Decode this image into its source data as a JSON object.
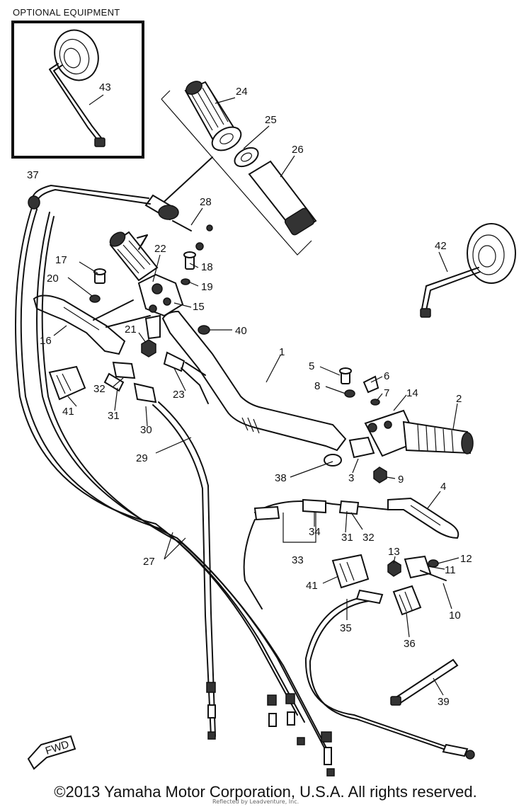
{
  "header": {
    "optional_label": "OPTIONAL EQUIPMENT"
  },
  "footer": {
    "copyright": "©2013 Yamaha Motor Corporation, U.S.A. All rights reserved.",
    "watermark": "Reflected by Leadventure, Inc."
  },
  "fwd_label": "FWD",
  "callouts": [
    {
      "id": "c43",
      "text": "43"
    },
    {
      "id": "c24",
      "text": "24"
    },
    {
      "id": "c25",
      "text": "25"
    },
    {
      "id": "c26",
      "text": "26"
    },
    {
      "id": "c37",
      "text": "37"
    },
    {
      "id": "c28",
      "text": "28"
    },
    {
      "id": "c42",
      "text": "42"
    },
    {
      "id": "c22",
      "text": "22"
    },
    {
      "id": "c17",
      "text": "17"
    },
    {
      "id": "c18",
      "text": "18"
    },
    {
      "id": "c20",
      "text": "20"
    },
    {
      "id": "c19",
      "text": "19"
    },
    {
      "id": "c15",
      "text": "15"
    },
    {
      "id": "c21",
      "text": "21"
    },
    {
      "id": "c40",
      "text": "40"
    },
    {
      "id": "c16",
      "text": "16"
    },
    {
      "id": "c1",
      "text": "1"
    },
    {
      "id": "c5",
      "text": "5"
    },
    {
      "id": "c6",
      "text": "6"
    },
    {
      "id": "c8",
      "text": "8"
    },
    {
      "id": "c7",
      "text": "7"
    },
    {
      "id": "c14",
      "text": "14"
    },
    {
      "id": "c2",
      "text": "2"
    },
    {
      "id": "c32a",
      "text": "32"
    },
    {
      "id": "c23",
      "text": "23"
    },
    {
      "id": "c31a",
      "text": "31"
    },
    {
      "id": "c41a",
      "text": "41"
    },
    {
      "id": "c30",
      "text": "30"
    },
    {
      "id": "c29",
      "text": "29"
    },
    {
      "id": "c3",
      "text": "3"
    },
    {
      "id": "c9",
      "text": "9"
    },
    {
      "id": "c38",
      "text": "38"
    },
    {
      "id": "c4",
      "text": "4"
    },
    {
      "id": "c34",
      "text": "34"
    },
    {
      "id": "c31b",
      "text": "31"
    },
    {
      "id": "c32b",
      "text": "32"
    },
    {
      "id": "c13",
      "text": "13"
    },
    {
      "id": "c12",
      "text": "12"
    },
    {
      "id": "c33",
      "text": "33"
    },
    {
      "id": "c27",
      "text": "27"
    },
    {
      "id": "c11",
      "text": "11"
    },
    {
      "id": "c41b",
      "text": "41"
    },
    {
      "id": "c10",
      "text": "10"
    },
    {
      "id": "c35",
      "text": "35"
    },
    {
      "id": "c36",
      "text": "36"
    },
    {
      "id": "c39",
      "text": "39"
    }
  ]
}
